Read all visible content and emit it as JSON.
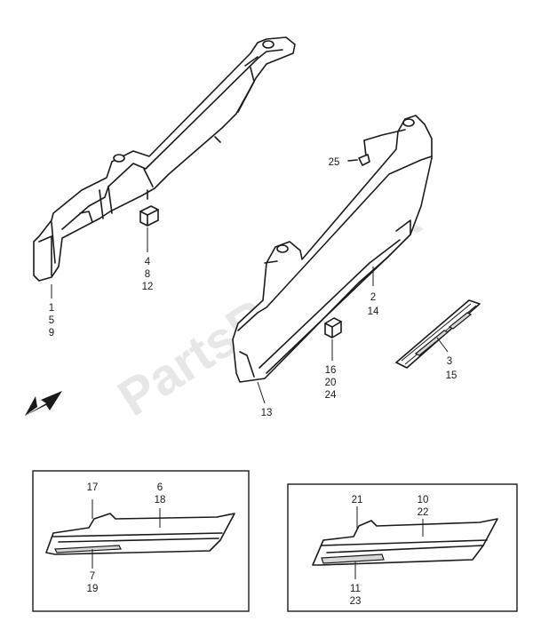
{
  "watermark": "PartsRepublik",
  "labels": {
    "l1": "1",
    "l5": "5",
    "l9": "9",
    "l4": "4",
    "l8": "8",
    "l12": "12",
    "l25": "25",
    "l2": "2",
    "l14": "14",
    "l3": "3",
    "l15": "15",
    "l16": "16",
    "l20": "20",
    "l24": "24",
    "l13": "13",
    "l17": "17",
    "l6": "6",
    "l18": "18",
    "l7": "7",
    "l19": "19",
    "l21": "21",
    "l10": "10",
    "l22": "22",
    "l11": "11",
    "l23": "23"
  }
}
